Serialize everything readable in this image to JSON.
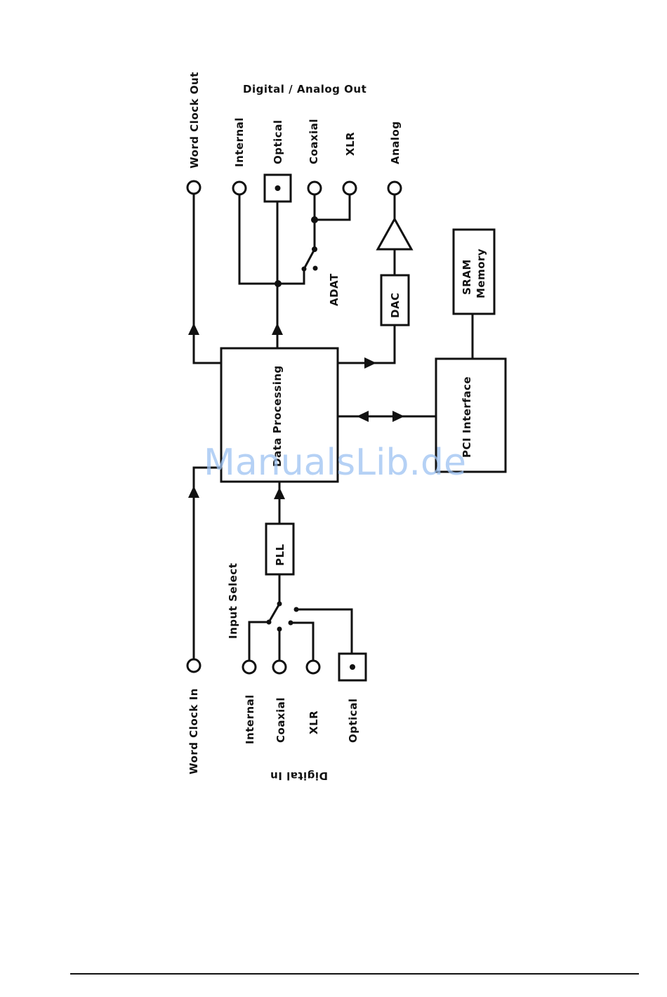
{
  "diagram": {
    "outputs_heading": "Digital / Analog Out",
    "word_clock_out": "Word Clock Out",
    "out_internal": "Internal",
    "out_optical": "Optical",
    "out_coaxial": "Coaxial",
    "out_xlr": "XLR",
    "out_analog": "Analog",
    "adat": "ADAT",
    "dac": "DAC",
    "sram_line1": "SRAM",
    "sram_line2": "Memory",
    "data_processing": "Data Processing",
    "pci_interface": "PCI Interface",
    "pll": "PLL",
    "input_select": "Input Select",
    "word_clock_in": "Word Clock In",
    "in_internal": "Internal",
    "in_coaxial": "Coaxial",
    "in_xlr": "XLR",
    "in_optical": "Optical",
    "inputs_heading": "Digital In"
  },
  "watermark": "ManualsLib.de"
}
